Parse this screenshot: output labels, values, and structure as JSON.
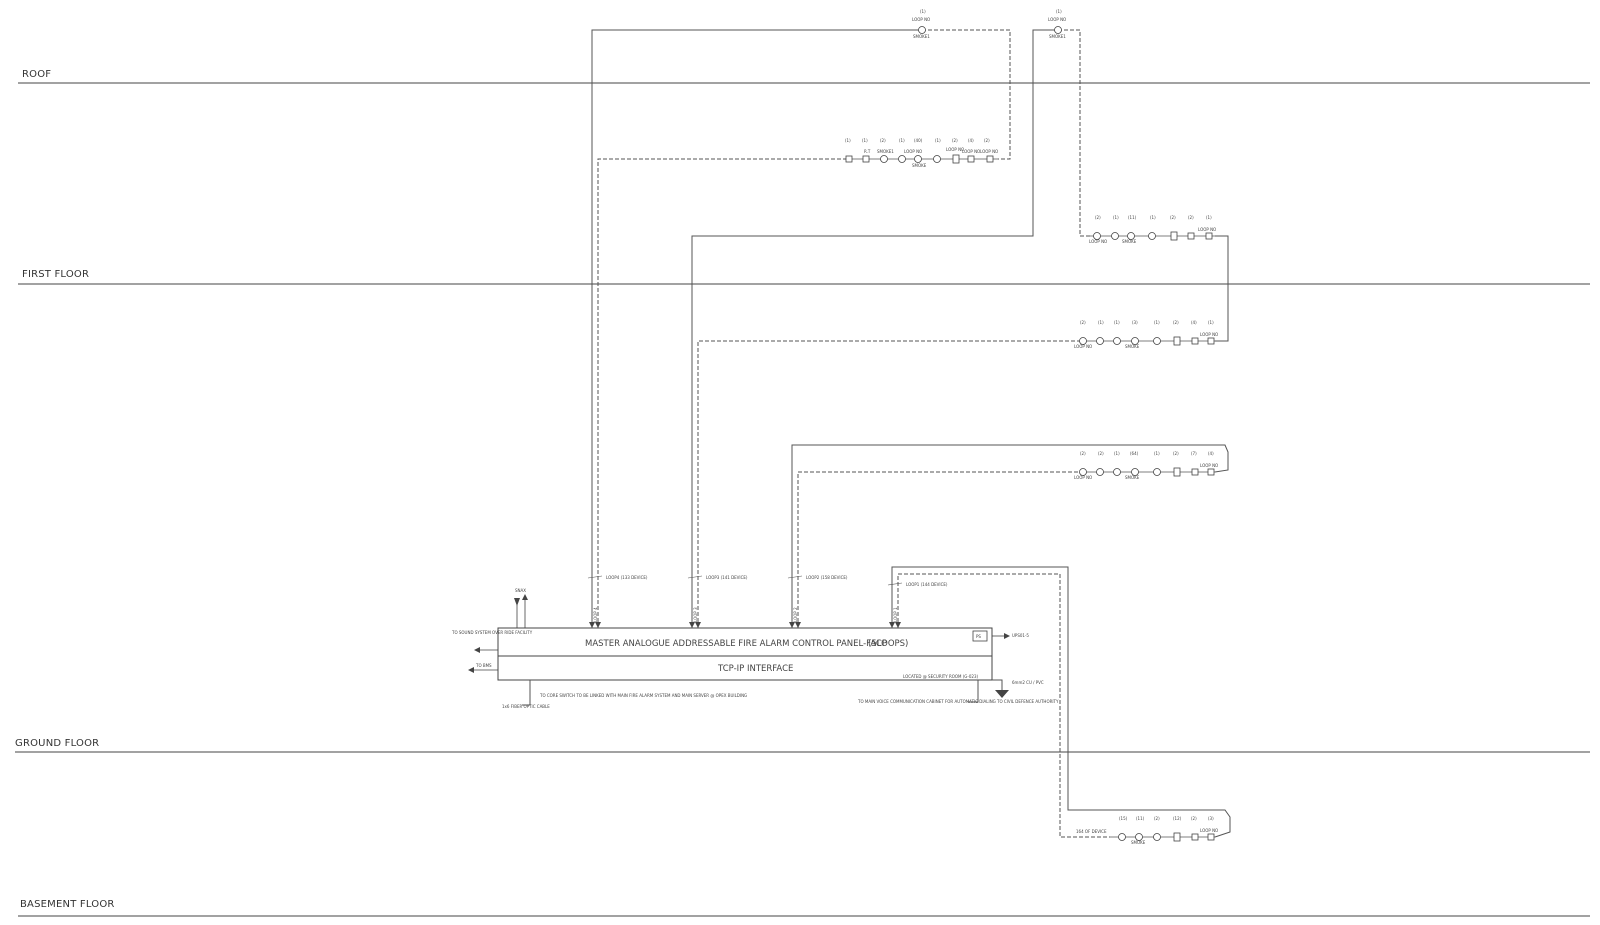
{
  "floors": [
    {
      "label": "ROOF"
    },
    {
      "label": "FIRST FLOOR"
    },
    {
      "label": "GROUND FLOOR"
    },
    {
      "label": "BASEMENT FLOOR"
    }
  ],
  "panel": {
    "title": "MASTER ANALOGUE ADDRESSABLE FIRE ALARM CONTROL PANEL-FACP",
    "loops": "(5LOOPS)",
    "interface": "TCP-IP INTERFACE",
    "ps": "PS",
    "location": "LOCATED @ SECURITY ROOM (G-023)",
    "ups": "UPS01-5",
    "earth": "6mm2 CU / PVC",
    "snax": "SNAX",
    "to_sound": "TO SOUND SYSTEM OVER RIDE FACILITY",
    "to_bms": "TO BMS",
    "to_core": "TO CORE SWITCH TO BE LINKED WITH MAIN FIRE ALARM SYSTEM AND MAIN SERVER @ OPEX BUILDING",
    "fiber": "1x6 FIBER OPTIC CABLE",
    "to_main_voice": "TO MAIN VOICE COMMUNICATION CABINET FOR AUTOMATIC DIALING TO CIVIL DEFENCE AUTHORITY"
  },
  "loops": [
    {
      "label": "LOOP4 (133 DEVICE)",
      "tag": "LOOP 4"
    },
    {
      "label": "LOOP3 (141 DEVICE)",
      "tag": "LOOP 3"
    },
    {
      "label": "LOOP2 (158 DEVICE)",
      "tag": "LOOP 2"
    },
    {
      "label": "LOOP1 (144 DEVICE)",
      "tag": "LOOP 1"
    }
  ],
  "device_text": {
    "loop_no": "LOOP NO",
    "smoke": "SMOKE",
    "smoke1": "SMOKE1",
    "rt": "R.T",
    "count_1": "(1)",
    "count_2": "(2)",
    "count_3": "(3)",
    "count_4": "(4)",
    "count_7": "(7)",
    "count_11": "(11)",
    "count_12": "(12)",
    "count_15": "(15)",
    "count_40": "(40)",
    "count_64": "(64)",
    "bas_device": "164 OF DEVICE"
  }
}
